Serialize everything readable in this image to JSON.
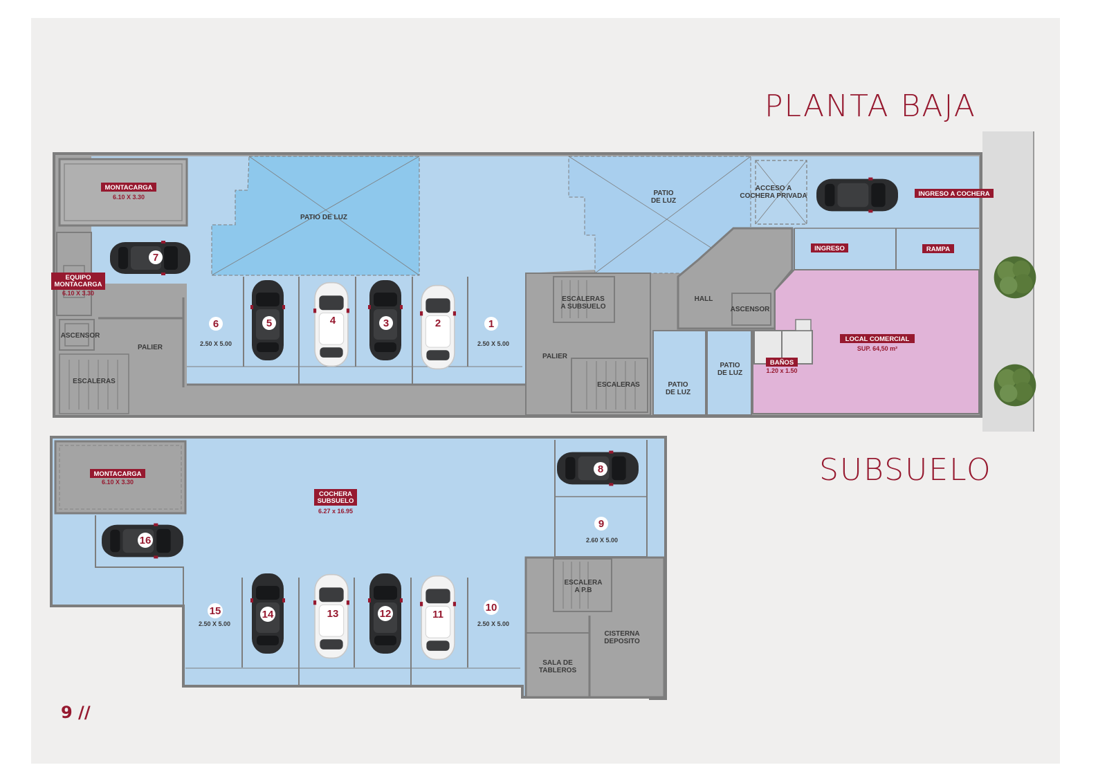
{
  "titles": {
    "planta_baja": "PLANTA BAJA",
    "subsuelo": "SUBSUELO"
  },
  "page_number": "9 //",
  "colors": {
    "brand": "#96192f",
    "wall": "#7d7d7d",
    "floor_gray": "#a4a4a4",
    "parking": "#b6d5ee",
    "patio": "#8ec8ec",
    "local": "#e1b4d8"
  },
  "planta_baja": {
    "montacarga": {
      "name": "MONTACARGA",
      "dim": "6.10 X 3.30"
    },
    "equipo_montacarga": {
      "name_1": "EQUIPO",
      "name_2": "MONTACARGA",
      "dim": "6.10 X 3.30"
    },
    "ascensor_1": "ASCENSOR",
    "palier_1": "PALIER",
    "escaleras_1": "ESCALERAS",
    "patio_de_luz_1": "PATIO DE LUZ",
    "patio_de_luz_2": {
      "line_1": "PATIO",
      "line_2": "DE LUZ"
    },
    "patio_de_luz_3": {
      "line_1": "PATIO",
      "line_2": "DE LUZ"
    },
    "patio_de_luz_4": {
      "line_1": "PATIO",
      "line_2": "DE LUZ"
    },
    "acceso_cochera": {
      "line_1": "ACCESO A",
      "line_2": "COCHERA PRIVADA"
    },
    "ingreso_cochera": "INGRESO A COCHERA",
    "ingreso": "INGRESO",
    "rampa": "RAMPA",
    "hall": "HALL",
    "ascensor_2": "ASCENSOR",
    "escaleras_subsuelo": {
      "line_1": "ESCALERAS",
      "line_2": "A SUBSUELO"
    },
    "palier_2": "PALIER",
    "escaleras_2": "ESCALERAS",
    "local": {
      "name": "LOCAL COMERCIAL",
      "sup": "SUP. 64,50 m²"
    },
    "banos": {
      "name": "BAÑOS",
      "dim": "1.20 x 1.50"
    },
    "spaces": [
      {
        "num": "7"
      },
      {
        "num": "6",
        "dim": "2.50 X 5.00"
      },
      {
        "num": "5"
      },
      {
        "num": "4"
      },
      {
        "num": "3"
      },
      {
        "num": "2"
      },
      {
        "num": "1",
        "dim": "2.50 X 5.00"
      }
    ]
  },
  "subsuelo": {
    "montacarga": {
      "name": "MONTACARGA",
      "dim": "6.10 X 3.30"
    },
    "cochera": {
      "line_1": "COCHERA",
      "line_2": "SUBSUELO",
      "dim": "6.27 x 16.95"
    },
    "escalera_pb": {
      "line_1": "ESCALERA",
      "line_2": "A P.B"
    },
    "cisterna": {
      "line_1": "CISTERNA",
      "line_2": "DEPOSITO"
    },
    "sala_tableros": {
      "line_1": "SALA DE",
      "line_2": "TABLEROS"
    },
    "spaces": [
      {
        "num": "8"
      },
      {
        "num": "9",
        "dim": "2.60 X 5.00"
      },
      {
        "num": "16"
      },
      {
        "num": "15",
        "dim": "2.50 X 5.00"
      },
      {
        "num": "14"
      },
      {
        "num": "13"
      },
      {
        "num": "12"
      },
      {
        "num": "11"
      },
      {
        "num": "10",
        "dim": "2.50 X 5.00"
      }
    ]
  }
}
